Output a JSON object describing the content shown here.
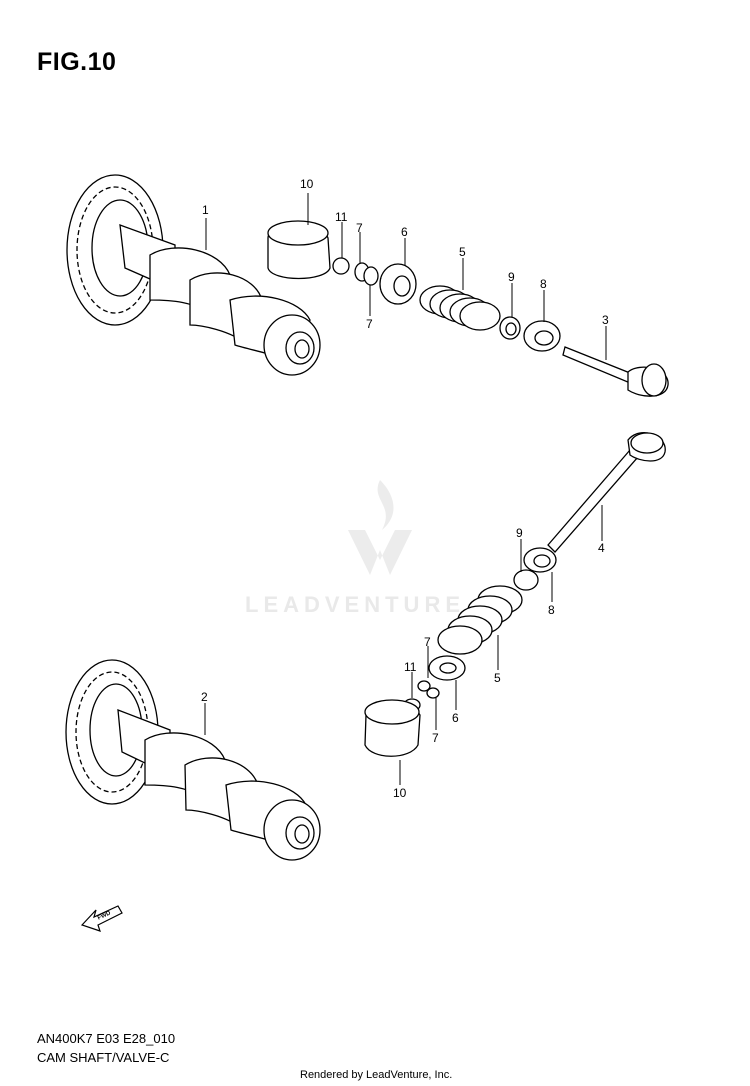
{
  "figure": {
    "title": "FIG.10"
  },
  "watermark": {
    "text": "LEADVENTURE"
  },
  "labels": {
    "p1": "1",
    "p2": "2",
    "p3": "3",
    "p4": "4",
    "p5a": "5",
    "p5b": "5",
    "p6a": "6",
    "p6b": "6",
    "p7a": "7",
    "p7b": "7",
    "p7c": "7",
    "p7d": "7",
    "p8a": "8",
    "p8b": "8",
    "p9a": "9",
    "p9b": "9",
    "p10a": "10",
    "p10b": "10",
    "p11a": "11",
    "p11b": "11"
  },
  "fwd": {
    "text": "FWD"
  },
  "footer": {
    "code": "AN400K7 E03 E28_010",
    "name": "CAM SHAFT/VALVE-C",
    "credit": "Rendered by LeadVenture, Inc."
  }
}
